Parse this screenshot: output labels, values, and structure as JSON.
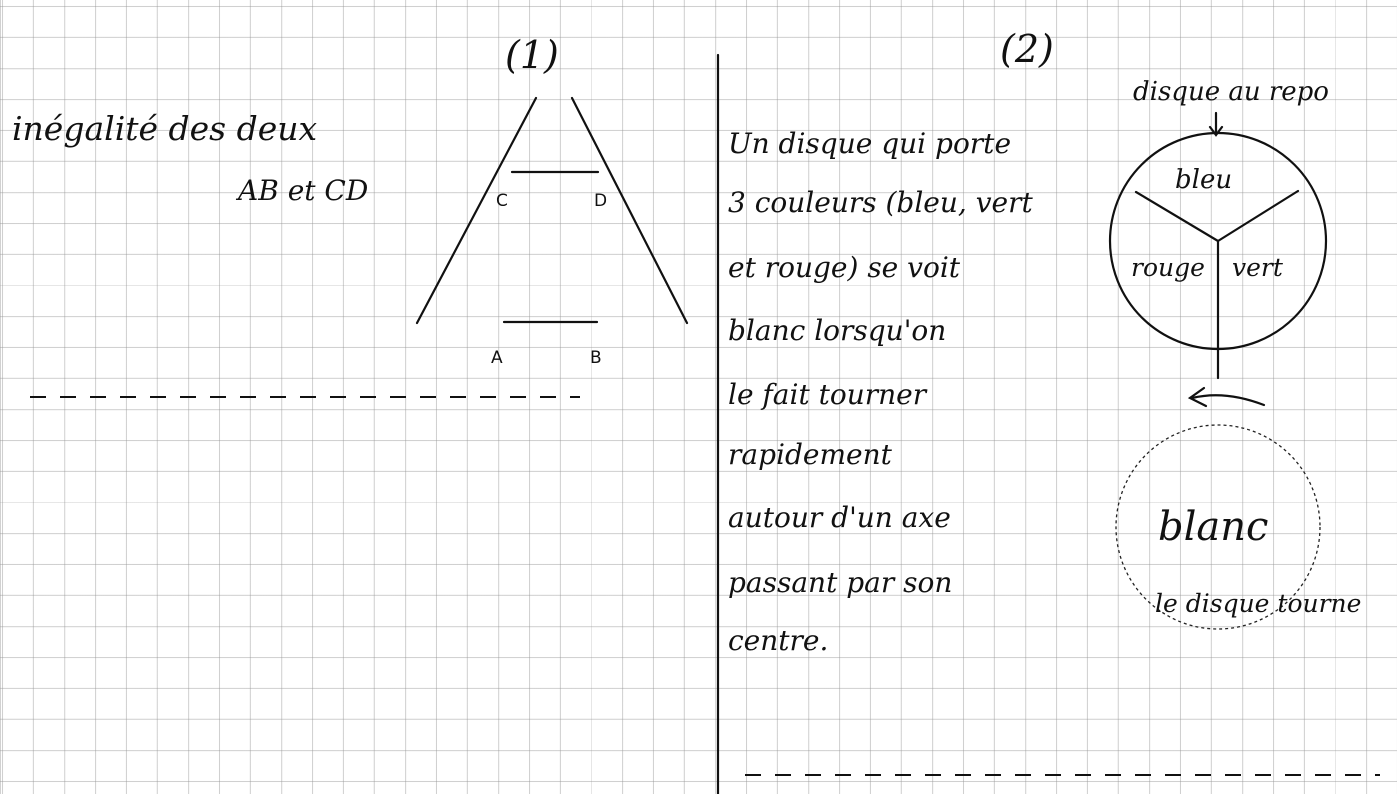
{
  "left": {
    "label": "(1)",
    "title": "inégalité des deux",
    "subtitle": "AB et CD",
    "points": {
      "a": "A",
      "b": "B",
      "c": "C",
      "d": "D"
    }
  },
  "right": {
    "label": "(2)",
    "text_lines": [
      "Un disque qui porte",
      "3 couleurs (bleu, vert",
      "et rouge) se voit",
      "blanc lorsqu'on",
      "le fait tourner",
      "rapidement",
      "autour d'un axe",
      "passant par son",
      "centre."
    ],
    "disk_rest_label": "disque au repo",
    "disk_colors": {
      "top": "bleu",
      "left": "rouge",
      "right": "vert"
    },
    "spinning_label": "blanc",
    "spinning_caption": "le disque tourne"
  }
}
